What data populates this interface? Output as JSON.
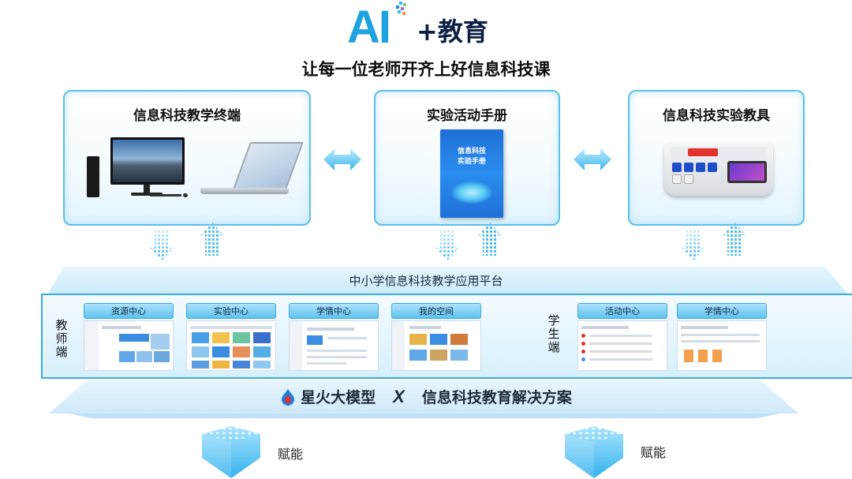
{
  "title": {
    "logo_ai": "AI",
    "logo_suffix": "+教育",
    "subtitle": "让每一位老师开齐上好信息科技课"
  },
  "boxes": {
    "terminal": {
      "title": "信息科技教学终端"
    },
    "manual": {
      "title": "实验活动手册",
      "book_line1": "信息科技",
      "book_line2": "实验手册"
    },
    "kit": {
      "title": "信息科技实验教具"
    }
  },
  "platform": {
    "title": "中小学信息科技教学应用平台",
    "teacher_label": "教师端",
    "student_label": "学生端",
    "teacher_cards": [
      "资源中心",
      "实验中心",
      "学情中心",
      "我的空间"
    ],
    "student_cards": [
      "活动中心",
      "学情中心"
    ]
  },
  "band": {
    "left": "星火大模型",
    "x": "X",
    "right": "信息科技教育解决方案"
  },
  "bottom": {
    "left_label": "赋能",
    "right_label": "赋能"
  },
  "colors": {
    "accent": "#1ea2e0",
    "border": "#5bc0ea",
    "arrow": "#3fb8ec"
  }
}
